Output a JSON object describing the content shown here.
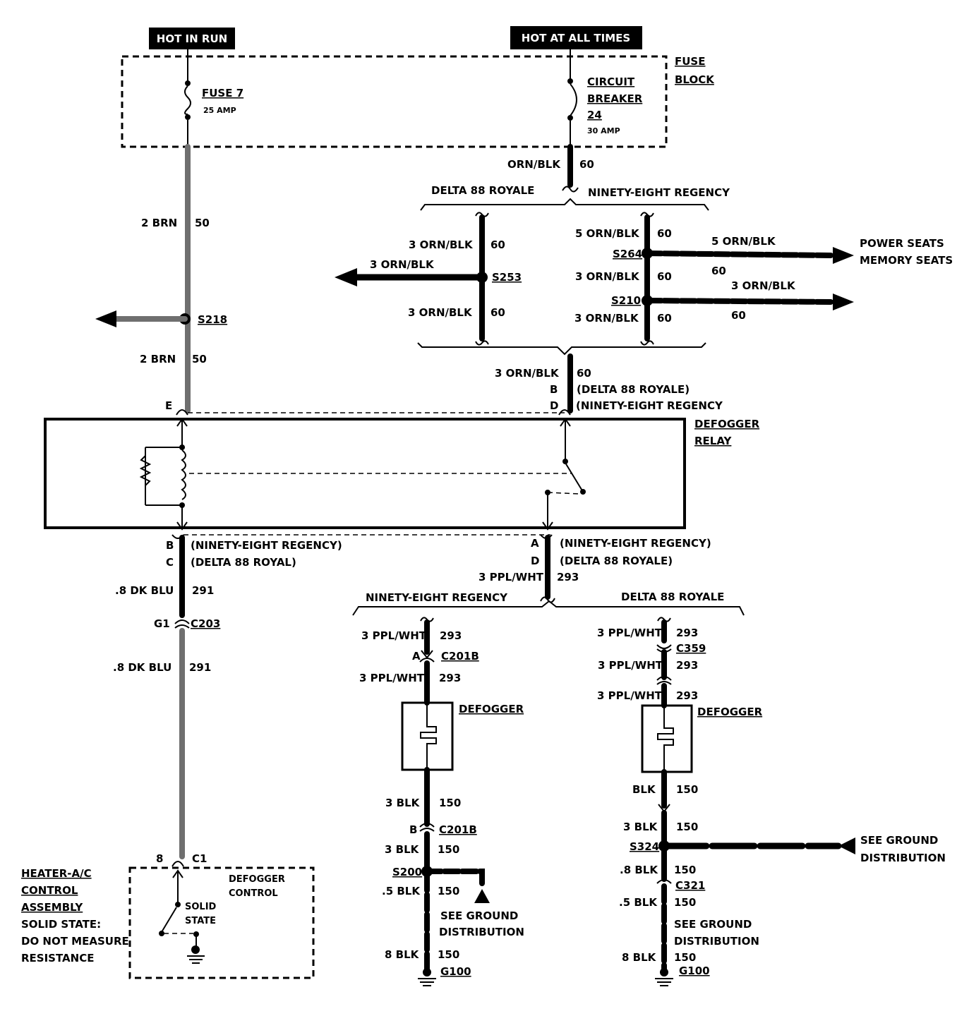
{
  "headers": {
    "hot_in_run": "HOT IN RUN",
    "hot_at_all_times": "HOT AT ALL TIMES"
  },
  "fuse_block": {
    "title_1": "FUSE",
    "title_2": "BLOCK",
    "fuse_name": "FUSE 7",
    "fuse_rating": "25 AMP",
    "cb_1": "CIRCUIT",
    "cb_2": "BREAKER",
    "cb_3": "24",
    "cb_rating": "30 AMP"
  },
  "left_feed": {
    "w1_color": "2 BRN",
    "w1_num": "50",
    "splice": "S218",
    "w2_color": "2 BRN",
    "w2_num": "50",
    "pin": "E"
  },
  "right_feed": {
    "top_color": "ORN/BLK",
    "top_num": "60",
    "variant_delta": "DELTA 88 ROYALE",
    "variant_ninety": "NINETY-EIGHT REGENCY",
    "d_top_color": "3 ORN/BLK",
    "d_top_num": "60",
    "d_out_color": "3 ORN/BLK",
    "d_splice": "S253",
    "d_bot_color": "3 ORN/BLK",
    "d_bot_num": "60",
    "n_1_color": "5 ORN/BLK",
    "n_1_num": "60",
    "n_splice1": "S264",
    "n_out1_color": "5 ORN/BLK",
    "n_out1_num": "60",
    "n_2_color": "3 ORN/BLK",
    "n_2_num": "60",
    "n_splice2": "S210",
    "n_out2_color": "3 ORN/BLK",
    "n_out2_num": "60",
    "n_3_color": "3 ORN/BLK",
    "n_3_num": "60",
    "dest_1": "POWER SEATS",
    "dest_2": "MEMORY SEATS",
    "bottom_color": "3 ORN/BLK",
    "bottom_num": "60",
    "pin_b": "B",
    "pin_b_note": "(DELTA 88 ROYALE)",
    "pin_d": "D",
    "pin_d_note": "(NINETY-EIGHT REGENCY"
  },
  "relay": {
    "title_1": "DEFOGGER",
    "title_2": "RELAY"
  },
  "left_out": {
    "pin_b": "B",
    "pin_b_note": "(NINETY-EIGHT REGENCY)",
    "pin_c": "C",
    "pin_c_note": "(DELTA 88 ROYAL)",
    "w1_color": ".8 DK BLU",
    "w1_num": "291",
    "conn_pin": "G1",
    "conn": "C203",
    "w2_color": ".8 DK BLU",
    "w2_num": "291",
    "c1_pin": "8",
    "c1": "C1"
  },
  "control": {
    "t1": "HEATER-A/C",
    "t2": "CONTROL",
    "t3": "ASSEMBLY",
    "n1": "SOLID STATE:",
    "n2": "DO NOT MEASURE",
    "n3": "RESISTANCE",
    "def_1": "DEFOGGER",
    "def_2": "CONTROL",
    "ss_1": "SOLID",
    "ss_2": "STATE"
  },
  "right_out": {
    "pin_a": "A",
    "pin_a_note": "(NINETY-EIGHT REGENCY)",
    "pin_d": "D",
    "pin_d_note": "(DELTA 88 ROYALE)",
    "color": "3 PPL/WHT",
    "num": "293",
    "variant_ninety": "NINETY-EIGHT REGENCY",
    "variant_delta": "DELTA 88 ROYALE"
  },
  "branch_ninety": {
    "w1_color": "3 PPL/WHT",
    "w1_num": "293",
    "pin_a": "A",
    "conn1": "C201B",
    "w2_color": "3 PPL/WHT",
    "w2_num": "293",
    "defogger": "DEFOGGER",
    "w3_color": "3 BLK",
    "w3_num": "150",
    "pin_b": "B",
    "conn2": "C201B",
    "w4_color": "3 BLK",
    "w4_num": "150",
    "splice": "S200",
    "w5_color": ".5 BLK",
    "w5_num": "150",
    "see_1": "SEE GROUND",
    "see_2": "DISTRIBUTION",
    "w6_color": "8 BLK",
    "w6_num": "150",
    "ground": "G100"
  },
  "branch_delta": {
    "w1_color": "3 PPL/WHT",
    "w1_num": "293",
    "conn1": "C359",
    "w2_color": "3 PPL/WHT",
    "w2_num": "293",
    "w3_color": "3 PPL/WHT",
    "w3_num": "293",
    "defogger": "DEFOGGER",
    "w4_color": "BLK",
    "w4_num": "150",
    "w5_color": "3 BLK",
    "w5_num": "150",
    "splice": "S324",
    "see_a1": "SEE GROUND",
    "see_a2": "DISTRIBUTION",
    "w6_color": ".8 BLK",
    "w6_num": "150",
    "conn2": "C321",
    "w7_color": ".5 BLK",
    "w7_num": "150",
    "see_b1": "SEE GROUND",
    "see_b2": "DISTRIBUTION",
    "w8_color": "8 BLK",
    "w8_num": "150",
    "ground": "G100"
  }
}
